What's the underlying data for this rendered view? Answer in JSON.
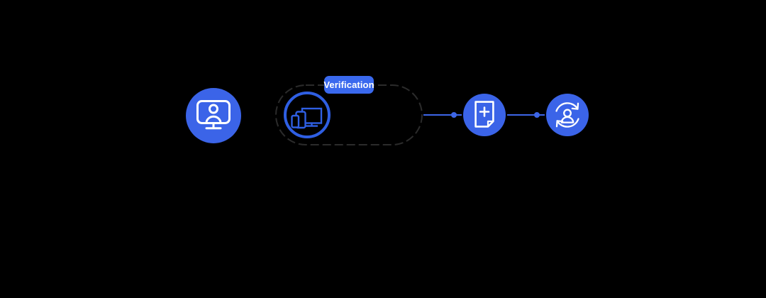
{
  "diagram": {
    "badge": {
      "label": "Verification"
    },
    "nodes": [
      {
        "id": "user-monitor",
        "icon": "monitor-user-icon"
      },
      {
        "id": "device-verification",
        "icon": "devices-icon",
        "badge": "Verification"
      },
      {
        "id": "document-add",
        "icon": "document-add-icon"
      },
      {
        "id": "user-sync",
        "icon": "user-sync-icon"
      }
    ],
    "connectors": [
      {
        "from": "device-verification",
        "to": "document-add"
      },
      {
        "from": "document-add",
        "to": "user-sync"
      }
    ]
  },
  "theme": {
    "background": "#000000",
    "node_fill": "#3B64E8",
    "icon_stroke_on_fill": "#FFFFFF",
    "outline_blue": "#2F5FE3",
    "connector_blue": "#3D66E8",
    "badge_fill": "#3A69EE",
    "badge_text": "#FFFFFF",
    "pill_stroke": "#2B2B2B"
  }
}
